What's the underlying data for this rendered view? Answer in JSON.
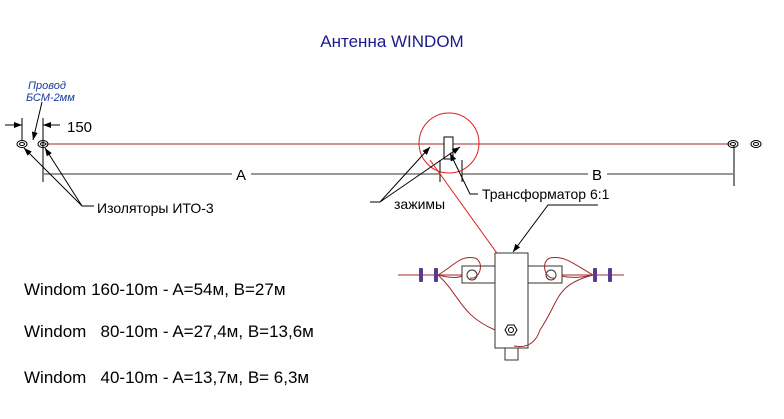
{
  "title": "Антенна WINDOM",
  "labels": {
    "wire_line1": "Провод",
    "wire_line2": "БСМ-2мм",
    "offset": "150",
    "dim_a": "A",
    "dim_b": "B",
    "insulators": "Изоляторы ИТО-3",
    "clamps": "зажимы",
    "transformer": "Трансформатор 6:1"
  },
  "variants": [
    "Windom 160-10m - A=54м, B=27м",
    "Windom   80-10m - A=27,4м, B=13,6м",
    "Windom   40-10m - A=13,7м, B= 6,3м"
  ],
  "colors": {
    "title": "#1a1a8c",
    "wire": "#a02828",
    "highlight": "#e02020",
    "insulator": "#5a3a8a",
    "dimension": "#777777"
  }
}
